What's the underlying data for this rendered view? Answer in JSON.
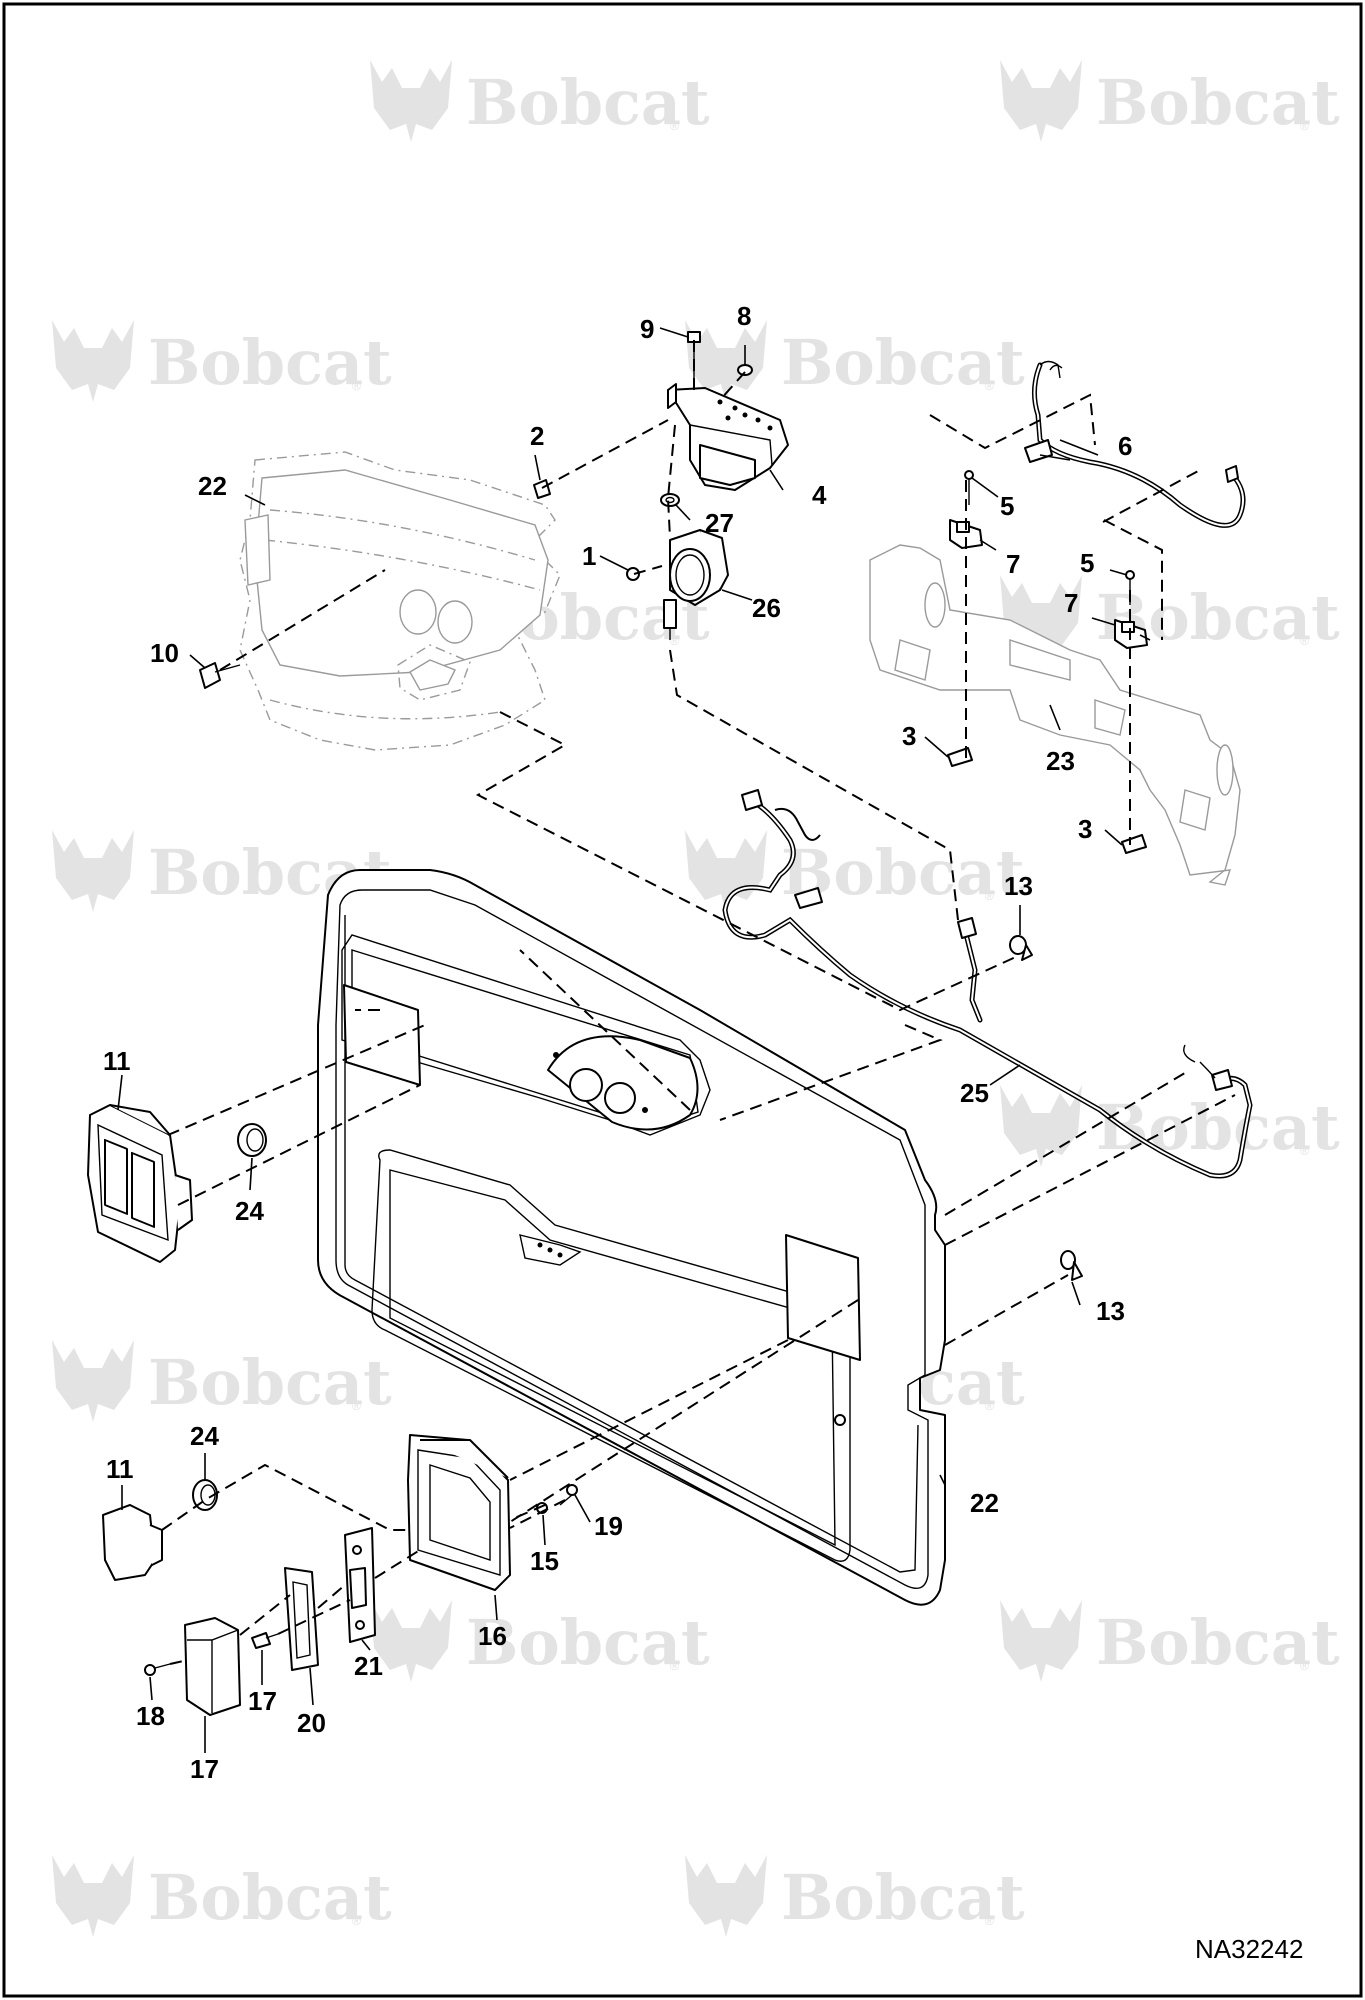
{
  "watermark": {
    "brand": "Bobcat",
    "registered_mark": "®"
  },
  "drawing_code": "NA32242",
  "callouts": {
    "c1": "1",
    "c2": "2",
    "c3a": "3",
    "c3b": "3",
    "c4": "4",
    "c5a": "5",
    "c5b": "5",
    "c6": "6",
    "c7a": "7",
    "c7b": "7",
    "c8": "8",
    "c9": "9",
    "c10": "10",
    "c11a": "11",
    "c11b": "11",
    "c13a": "13",
    "c13b": "13",
    "c15": "15",
    "c16": "16",
    "c17a": "17",
    "c17b": "17",
    "c18": "18",
    "c19": "19",
    "c20": "20",
    "c21": "21",
    "c22a": "22",
    "c22b": "22",
    "c23": "23",
    "c24a": "24",
    "c24b": "24",
    "c25": "25",
    "c26": "26",
    "c27": "27"
  }
}
